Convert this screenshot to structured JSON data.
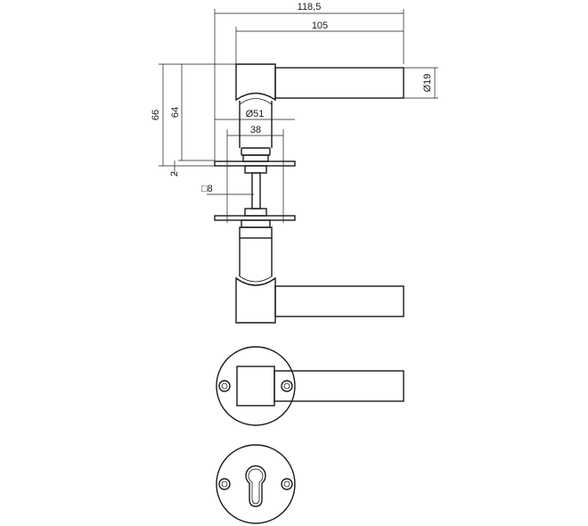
{
  "dimensions": {
    "overall_length": "118,5",
    "lever_length": "105",
    "lever_diameter": "19",
    "rose_diameter": "51",
    "neck_diameter": "38",
    "spindle_square": "8",
    "total_height": "66",
    "lever_height": "64",
    "rose_thickness": "2"
  },
  "symbols": {
    "diameter": "Ø",
    "square": "□"
  },
  "colors": {
    "line": "#1a1a1a",
    "background": "#ffffff"
  }
}
